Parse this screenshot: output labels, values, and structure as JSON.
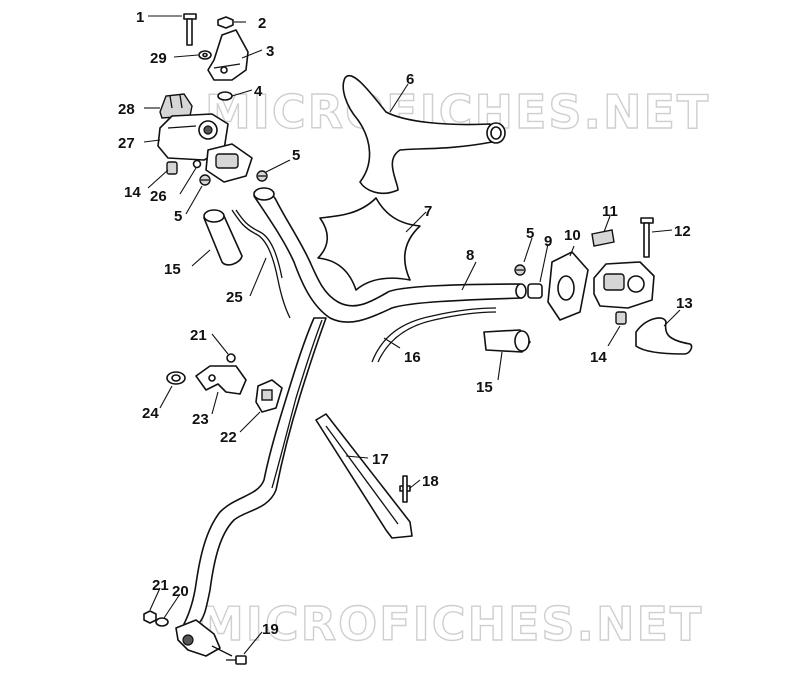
{
  "watermark": "MICROFICHES.NET",
  "callouts": [
    {
      "id": "c1",
      "label": "1"
    },
    {
      "id": "c2",
      "label": "2"
    },
    {
      "id": "c29",
      "label": "29"
    },
    {
      "id": "c3",
      "label": "3"
    },
    {
      "id": "c4",
      "label": "4"
    },
    {
      "id": "c28",
      "label": "28"
    },
    {
      "id": "c27",
      "label": "27"
    },
    {
      "id": "c6",
      "label": "6"
    },
    {
      "id": "c5a",
      "label": "5"
    },
    {
      "id": "c14a",
      "label": "14"
    },
    {
      "id": "c26",
      "label": "26"
    },
    {
      "id": "c5b",
      "label": "5"
    },
    {
      "id": "c7",
      "label": "7"
    },
    {
      "id": "c11",
      "label": "11"
    },
    {
      "id": "c12",
      "label": "12"
    },
    {
      "id": "c5c",
      "label": "5"
    },
    {
      "id": "c9",
      "label": "9"
    },
    {
      "id": "c10",
      "label": "10"
    },
    {
      "id": "c15a",
      "label": "15"
    },
    {
      "id": "c8",
      "label": "8"
    },
    {
      "id": "c25",
      "label": "25"
    },
    {
      "id": "c13",
      "label": "13"
    },
    {
      "id": "c14b",
      "label": "14"
    },
    {
      "id": "c21a",
      "label": "21"
    },
    {
      "id": "c16",
      "label": "16"
    },
    {
      "id": "c15b",
      "label": "15"
    },
    {
      "id": "c24",
      "label": "24"
    },
    {
      "id": "c23",
      "label": "23"
    },
    {
      "id": "c22",
      "label": "22"
    },
    {
      "id": "c17",
      "label": "17"
    },
    {
      "id": "c18",
      "label": "18"
    },
    {
      "id": "c21b",
      "label": "21"
    },
    {
      "id": "c20",
      "label": "20"
    },
    {
      "id": "c19",
      "label": "19"
    }
  ]
}
